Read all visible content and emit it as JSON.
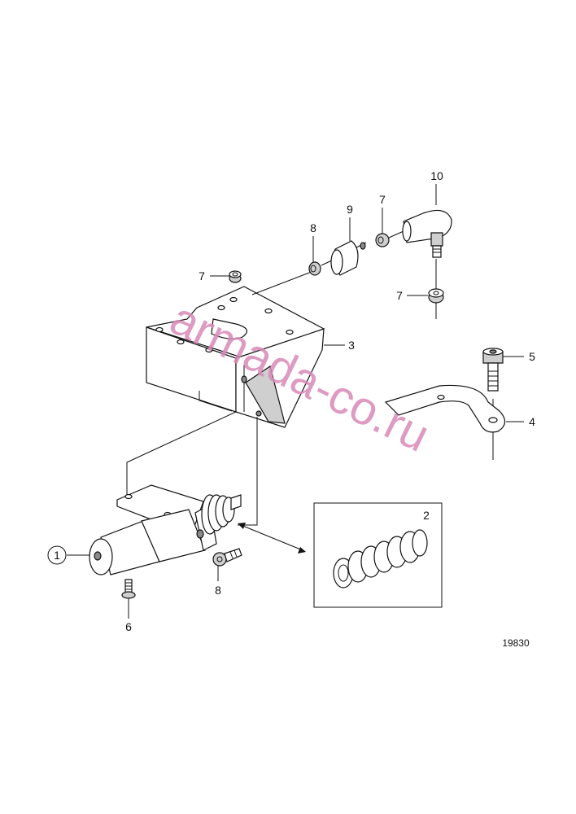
{
  "diagram": {
    "figure_number": "19830",
    "watermark": "armada-co.ru",
    "callouts": {
      "c1": "1",
      "c2": "2",
      "c3": "3",
      "c4": "4",
      "c5": "5",
      "c6": "6",
      "c7a": "7",
      "c7b": "7",
      "c7c": "7",
      "c8a": "8",
      "c8b": "8",
      "c9": "9",
      "c10": "10"
    }
  }
}
